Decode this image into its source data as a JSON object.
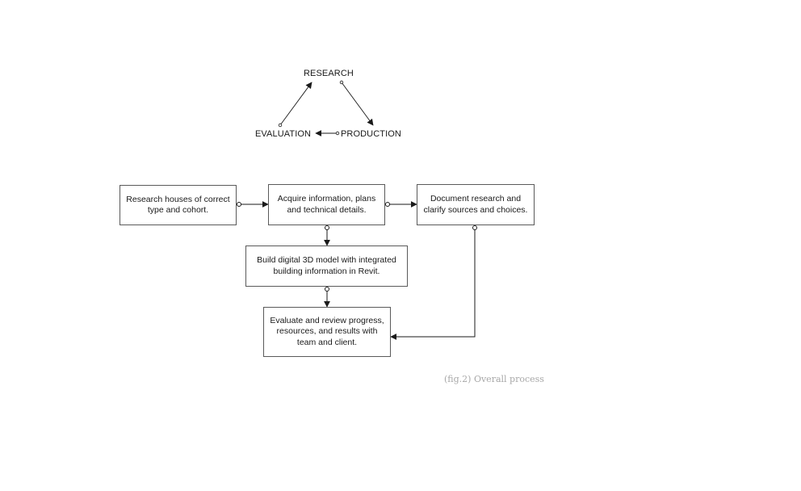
{
  "cycle": {
    "research": "RESEARCH",
    "production": "PRODUCTION",
    "evaluation": "EVALUATION"
  },
  "process": {
    "research_houses": "Research houses of correct type and cohort.",
    "acquire_information": "Acquire information, plans and technical details.",
    "document_research": "Document research and clarify sources and choices.",
    "build_model": "Build digital 3D model with integrated building information in Revit.",
    "evaluate_review": "Evaluate and review progress, resources, and results with team and client."
  },
  "caption": "(fig.2) Overall process",
  "colors": {
    "line": "#1a1a1a",
    "box_border": "#5a5a5a",
    "caption": "#a8a8a8"
  }
}
